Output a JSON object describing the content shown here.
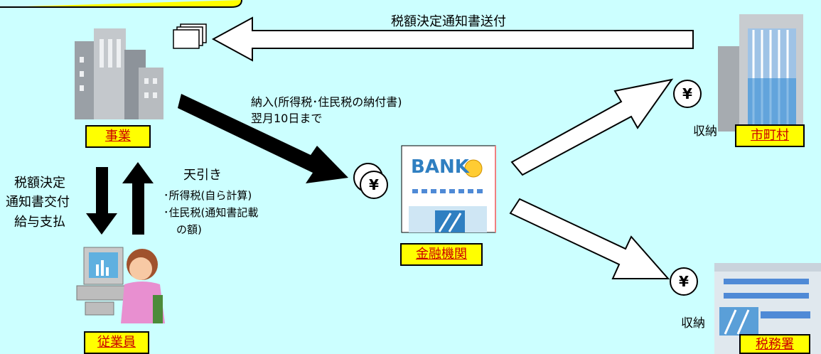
{
  "labels": {
    "notice_sent": "税額決定通知書送付",
    "payment_line1": "納入(所得税･住民税の納付書)",
    "payment_line2": "翌月10日まで",
    "withhold_title": "天引き",
    "withhold_item1": "･所得税(自ら計算)",
    "withhold_item2": "･住民税(通知書記載",
    "withhold_item3": "の額)",
    "left_line1": "税額決定",
    "left_line2": "通知書交付",
    "left_line3": "給与支払",
    "collect_city": "収納",
    "collect_tax": "収納"
  },
  "boxes": {
    "business": "事業",
    "employee": "従業員",
    "bank": "金融機関",
    "city": "市町村",
    "tax_office": "税務署"
  },
  "bank_sign": "BANK",
  "yen_symbol": "¥",
  "colors": {
    "background": "#ccffff",
    "box_fill": "#ffff00",
    "box_text": "#cc0000",
    "arrow_black": "#000000"
  },
  "icons": [
    "office-building-icon",
    "document-stack-icon",
    "bank-building-icon",
    "coin-icon",
    "city-hall-icon",
    "tax-office-icon",
    "employee-at-computer-icon"
  ]
}
